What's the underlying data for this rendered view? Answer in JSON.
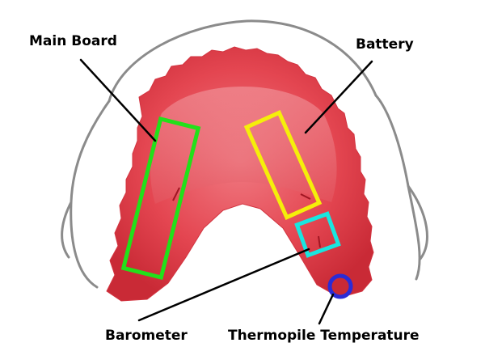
{
  "labels": {
    "main_board": "Main Board",
    "battery": "Battery",
    "barometer": "Barometer",
    "thermopile": "Thermopile Temperature"
  },
  "colors": {
    "main_board": "#22e01a",
    "battery": "#f5ef0a",
    "barometer": "#19e6e0",
    "thermopile": "#2b2bd6",
    "acrylic": "#e8424e",
    "wire": "#8b8b8b"
  }
}
